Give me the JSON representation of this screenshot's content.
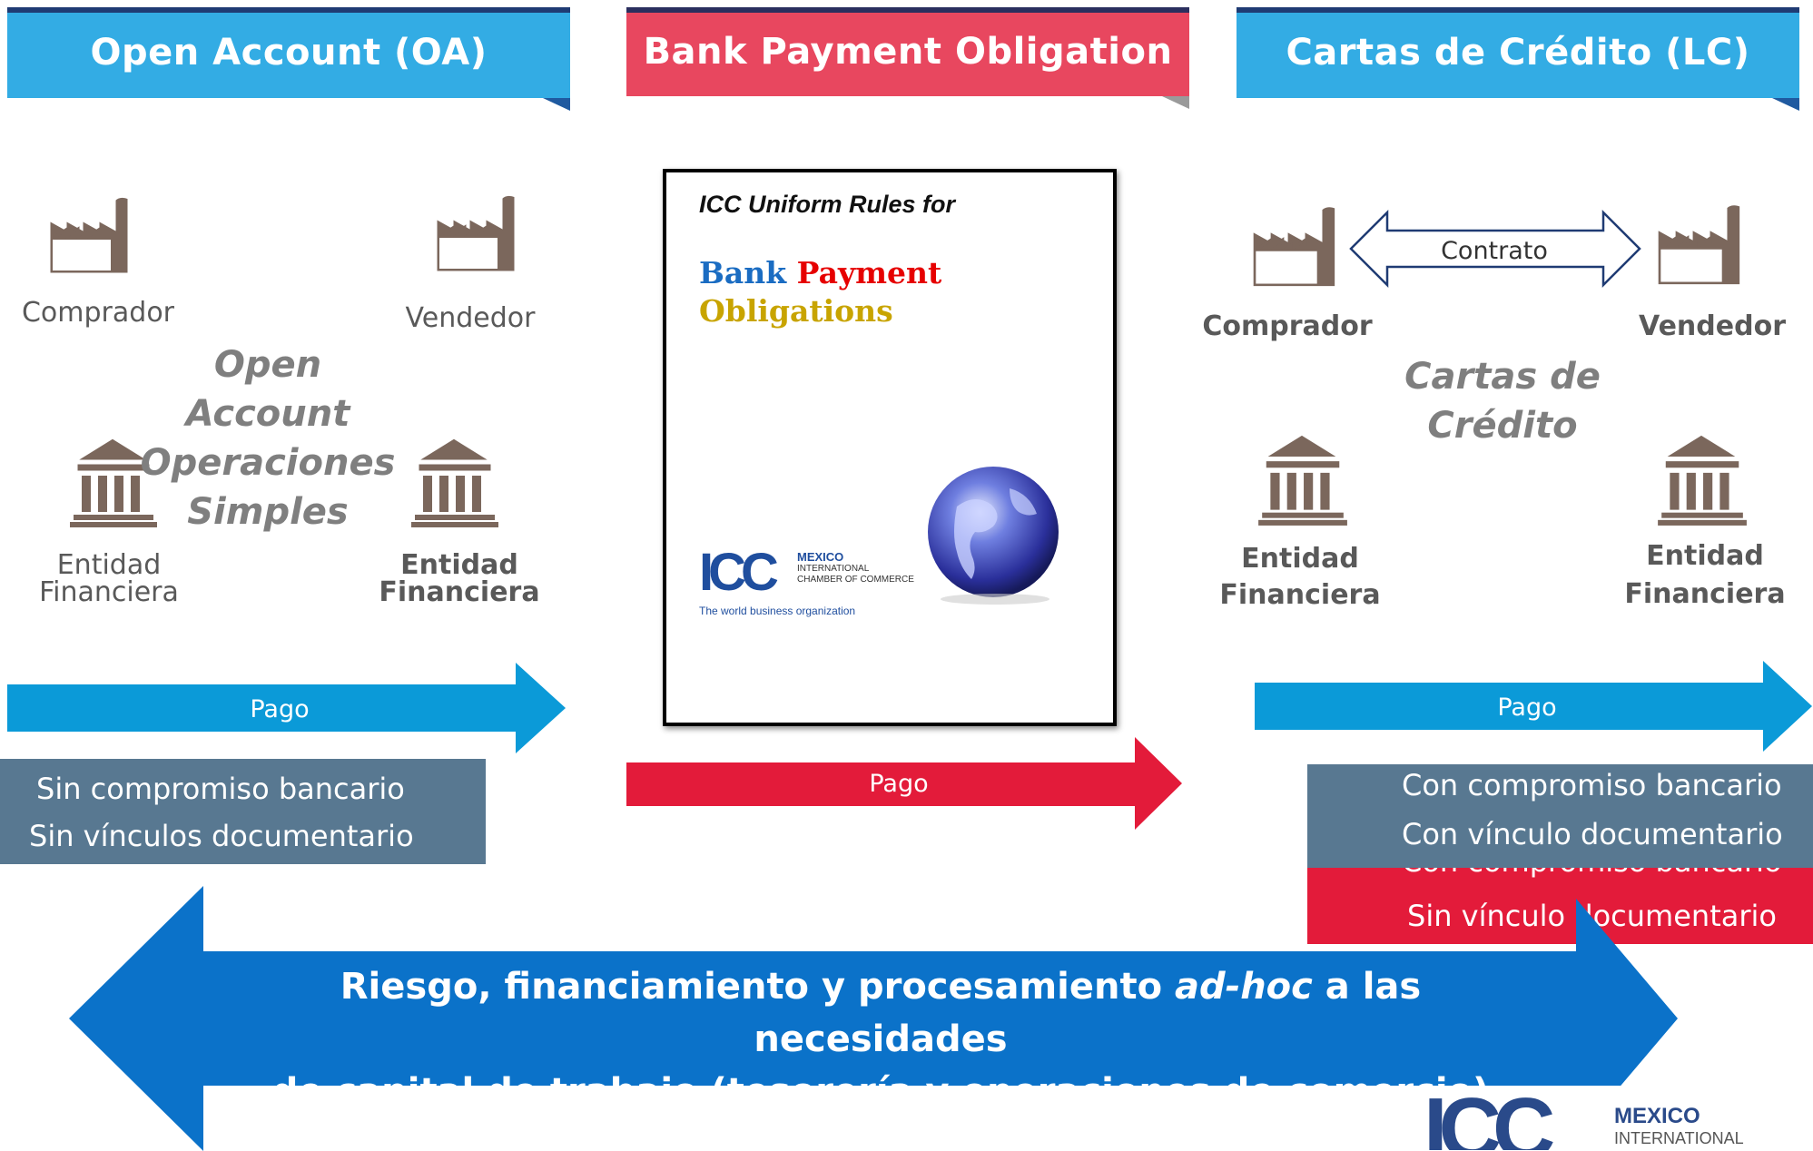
{
  "headers": {
    "oa": "Open Account (OA)",
    "bpo": "Bank Payment Obligation",
    "lc": "Cartas de Crédito (LC)"
  },
  "oa": {
    "comprador": "Comprador",
    "vendedor": "Vendedor",
    "center_lines": [
      "Open Account",
      "Operaciones",
      "Simples"
    ],
    "entidad_left": [
      "Entidad",
      "Financiera"
    ],
    "entidad_right": [
      "Entidad",
      "Financiera"
    ],
    "pago": "Pago",
    "box_lines": [
      "Sin compromiso bancario",
      "Sin vínculos documentario"
    ]
  },
  "bpo": {
    "doc_subtitle": "ICC Uniform Rules for",
    "doc_title_word1": "Bank",
    "doc_title_word2": "Payment",
    "doc_title_word3": "Obligations",
    "logo_letters": "ICC",
    "logo_line1": "MEXICO",
    "logo_line2": "INTERNATIONAL",
    "logo_line3": "CHAMBER OF COMMERCE",
    "logo_tagline": "The world business organization",
    "pago": "Pago"
  },
  "lc": {
    "contrato": "Contrato",
    "comprador": "Comprador",
    "vendedor": "Vendedor",
    "center_lines": [
      "Cartas de",
      "Crédito"
    ],
    "entidad_left": [
      "Entidad",
      "Financiera"
    ],
    "entidad_right": [
      "Entidad",
      "Financiera"
    ],
    "pago": "Pago",
    "box_gray_lines": [
      "Con compromiso bancario",
      "Con vínculo documentario"
    ],
    "box_red_lines": [
      "Con compromiso bancario",
      "Sin vínculo documentario"
    ]
  },
  "bottom": {
    "line1_a": "Riesgo, financiamiento y procesamiento ",
    "line1_b": "ad-hoc",
    "line1_c": " a  las necesidades",
    "line2": "de capital de trabajo (tesorería y operaciones de comercio)"
  },
  "footer_logo": {
    "letters": "ICC",
    "line1": "MEXICO",
    "line2": "INTERNATIONAL"
  },
  "colors": {
    "blue_header": "#33ace4",
    "red_header": "#e8475f",
    "pago_blue": "#0b9ad8",
    "pago_red": "#e31b3a",
    "slate_box": "#587891",
    "red_box": "#e31b3a",
    "big_arrow": "#0b72c9",
    "icon_brown": "#7b675c"
  }
}
